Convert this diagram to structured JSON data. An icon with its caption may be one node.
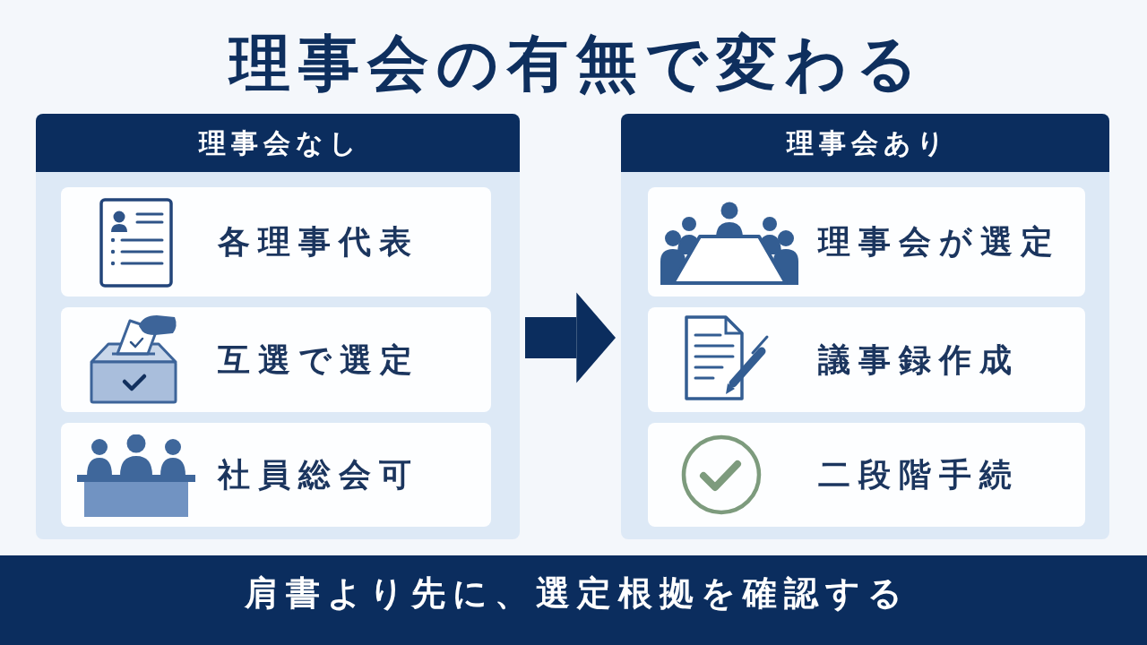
{
  "diagram": {
    "title": "理事会の有無で変わる",
    "nodes": [
      {
        "text": [
          "理事会なし"
        ]
      },
      {
        "text": [
          "各理事代表"
        ],
        "in": 0
      },
      {
        "text": [
          "互選で選定"
        ],
        "in": 0
      },
      {
        "text": [
          "社員総会可"
        ],
        "in": 0
      },
      {
        "text": [
          "理事会あり"
        ]
      },
      {
        "text": [
          "理事会が選定"
        ],
        "in": 4
      },
      {
        "text": [
          "議事録作成"
        ],
        "in": 4
      },
      {
        "text": [
          "二段階手続"
        ],
        "in": 4
      },
      {
        "text": [
          "肩書より先に、選定根拠を確認する"
        ]
      }
    ],
    "edges": [
      {
        "from": 0,
        "to": 4,
        "arrow": "to"
      }
    ]
  }
}
